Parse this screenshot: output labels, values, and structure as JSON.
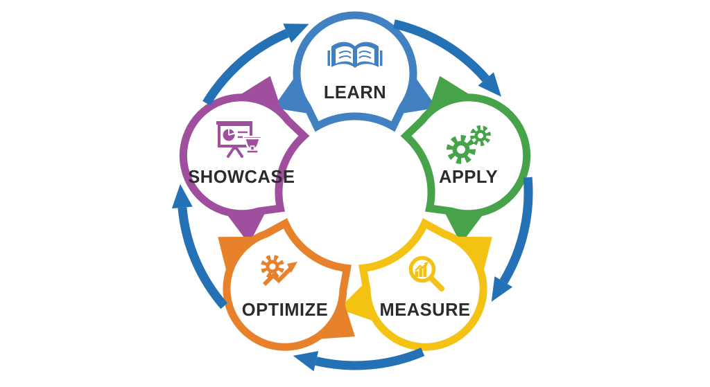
{
  "diagram": {
    "background_color": "#ffffff",
    "direction": "clockwise",
    "arrow_color": "#2571b5",
    "label_color": "#2b2b2b",
    "segments": [
      {
        "id": "learn",
        "label": "LEARN",
        "color": "#4180c1",
        "icon": "open-book-icon",
        "position": "top"
      },
      {
        "id": "apply",
        "label": "APPLY",
        "color": "#46a34a",
        "icon": "gears-icon",
        "position": "upper-right"
      },
      {
        "id": "measure",
        "label": "MEASURE",
        "color": "#f3c212",
        "icon": "magnifier-bar-chart-icon",
        "position": "lower-right"
      },
      {
        "id": "optimize",
        "label": "OPTIMIZE",
        "color": "#e8812b",
        "icon": "gear-growth-arrow-icon",
        "position": "lower-left"
      },
      {
        "id": "showcase",
        "label": "SHOWCASE",
        "color": "#a04f9e",
        "icon": "presentation-board-trophy-icon",
        "position": "upper-left"
      }
    ],
    "cycle_order": [
      "LEARN",
      "APPLY",
      "MEASURE",
      "OPTIMIZE",
      "SHOWCASE"
    ]
  }
}
